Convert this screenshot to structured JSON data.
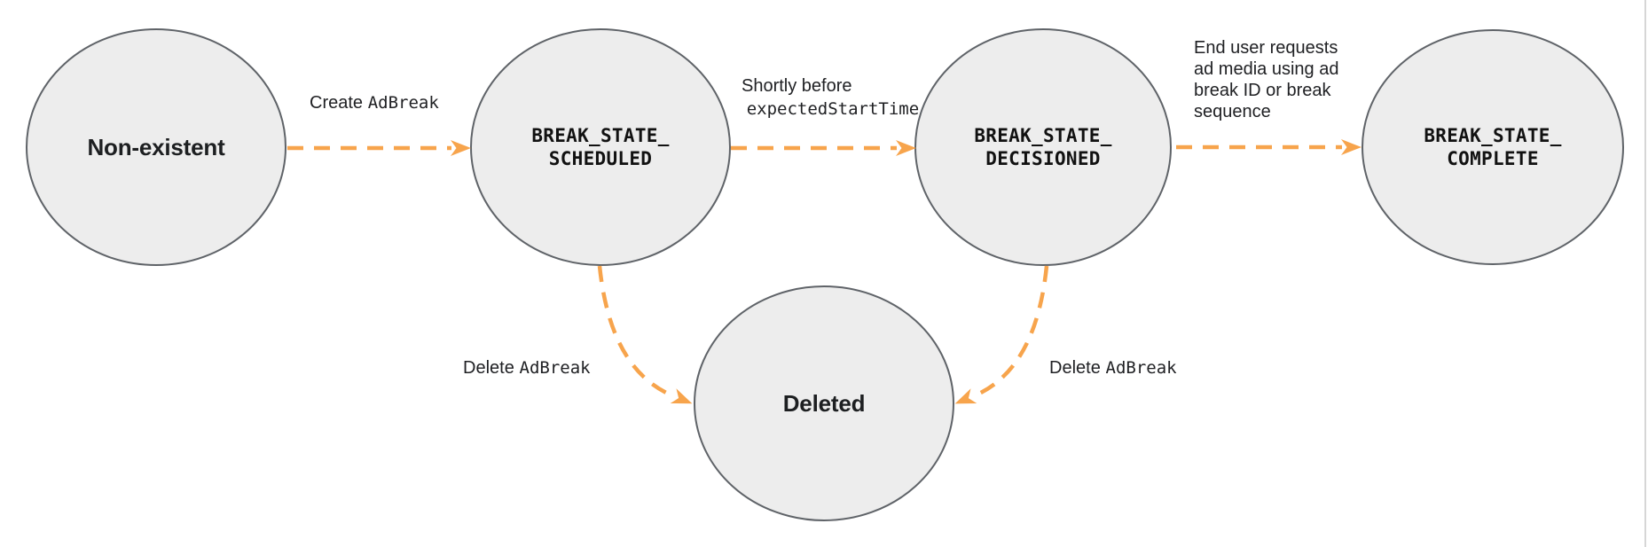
{
  "diagram": {
    "colors": {
      "arrow": "#F7A44C",
      "node_fill": "#EDEDED",
      "node_border": "#5F6368",
      "text": "#202124",
      "frame_line": "#D6D6D6"
    },
    "nodes": [
      {
        "id": "non-existent",
        "label": "Non-existent"
      },
      {
        "id": "break-state-scheduled",
        "line1": "BREAK_STATE_",
        "line2": "SCHEDULED"
      },
      {
        "id": "break-state-decisioned",
        "line1": "BREAK_STATE_",
        "line2": "DECISIONED"
      },
      {
        "id": "break-state-complete",
        "line1": "BREAK_STATE_",
        "line2": "COMPLETE"
      },
      {
        "id": "deleted",
        "label": "Deleted"
      }
    ],
    "edges": {
      "create": {
        "text": "Create",
        "code": "AdBreak"
      },
      "shortly": {
        "text": "Shortly before",
        "code": "expectedStartTime"
      },
      "enduser": {
        "line1": "End user requests",
        "line2": "ad media using ad",
        "line3": "break ID or break",
        "line4": "sequence"
      },
      "delete_left": {
        "text": "Delete",
        "code": "AdBreak"
      },
      "delete_right": {
        "text": "Delete",
        "code": "AdBreak"
      }
    }
  }
}
